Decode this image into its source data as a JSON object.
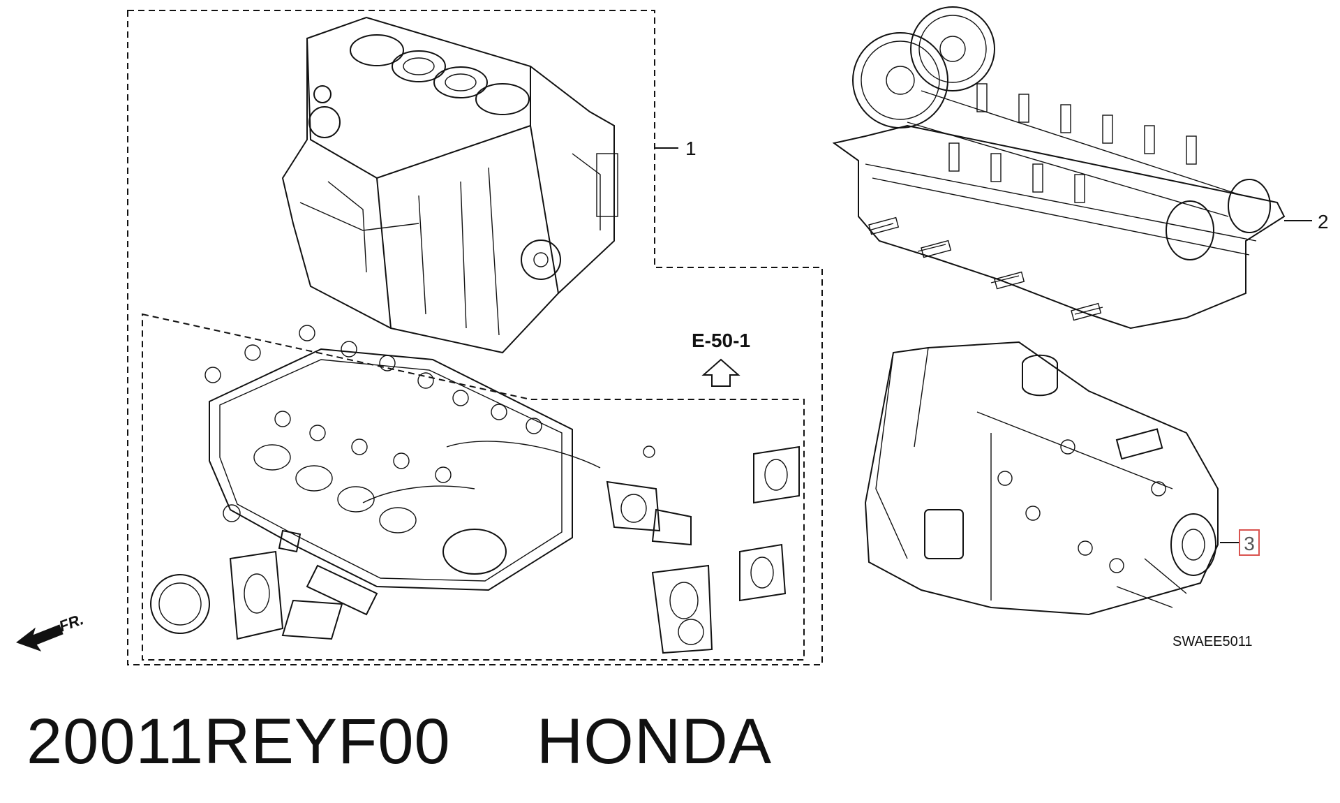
{
  "diagram": {
    "callouts": [
      {
        "id": "1",
        "label": "1"
      },
      {
        "id": "2",
        "label": "2"
      },
      {
        "id": "3",
        "label": "3",
        "highlighted": true
      }
    ],
    "reference": "E-50-1",
    "front_marker": "FR.",
    "diagram_code": "SWAEE5011",
    "highlight_color": "#d9534f"
  },
  "footer": {
    "part_number": "20011REYF00",
    "brand": "HONDA"
  }
}
